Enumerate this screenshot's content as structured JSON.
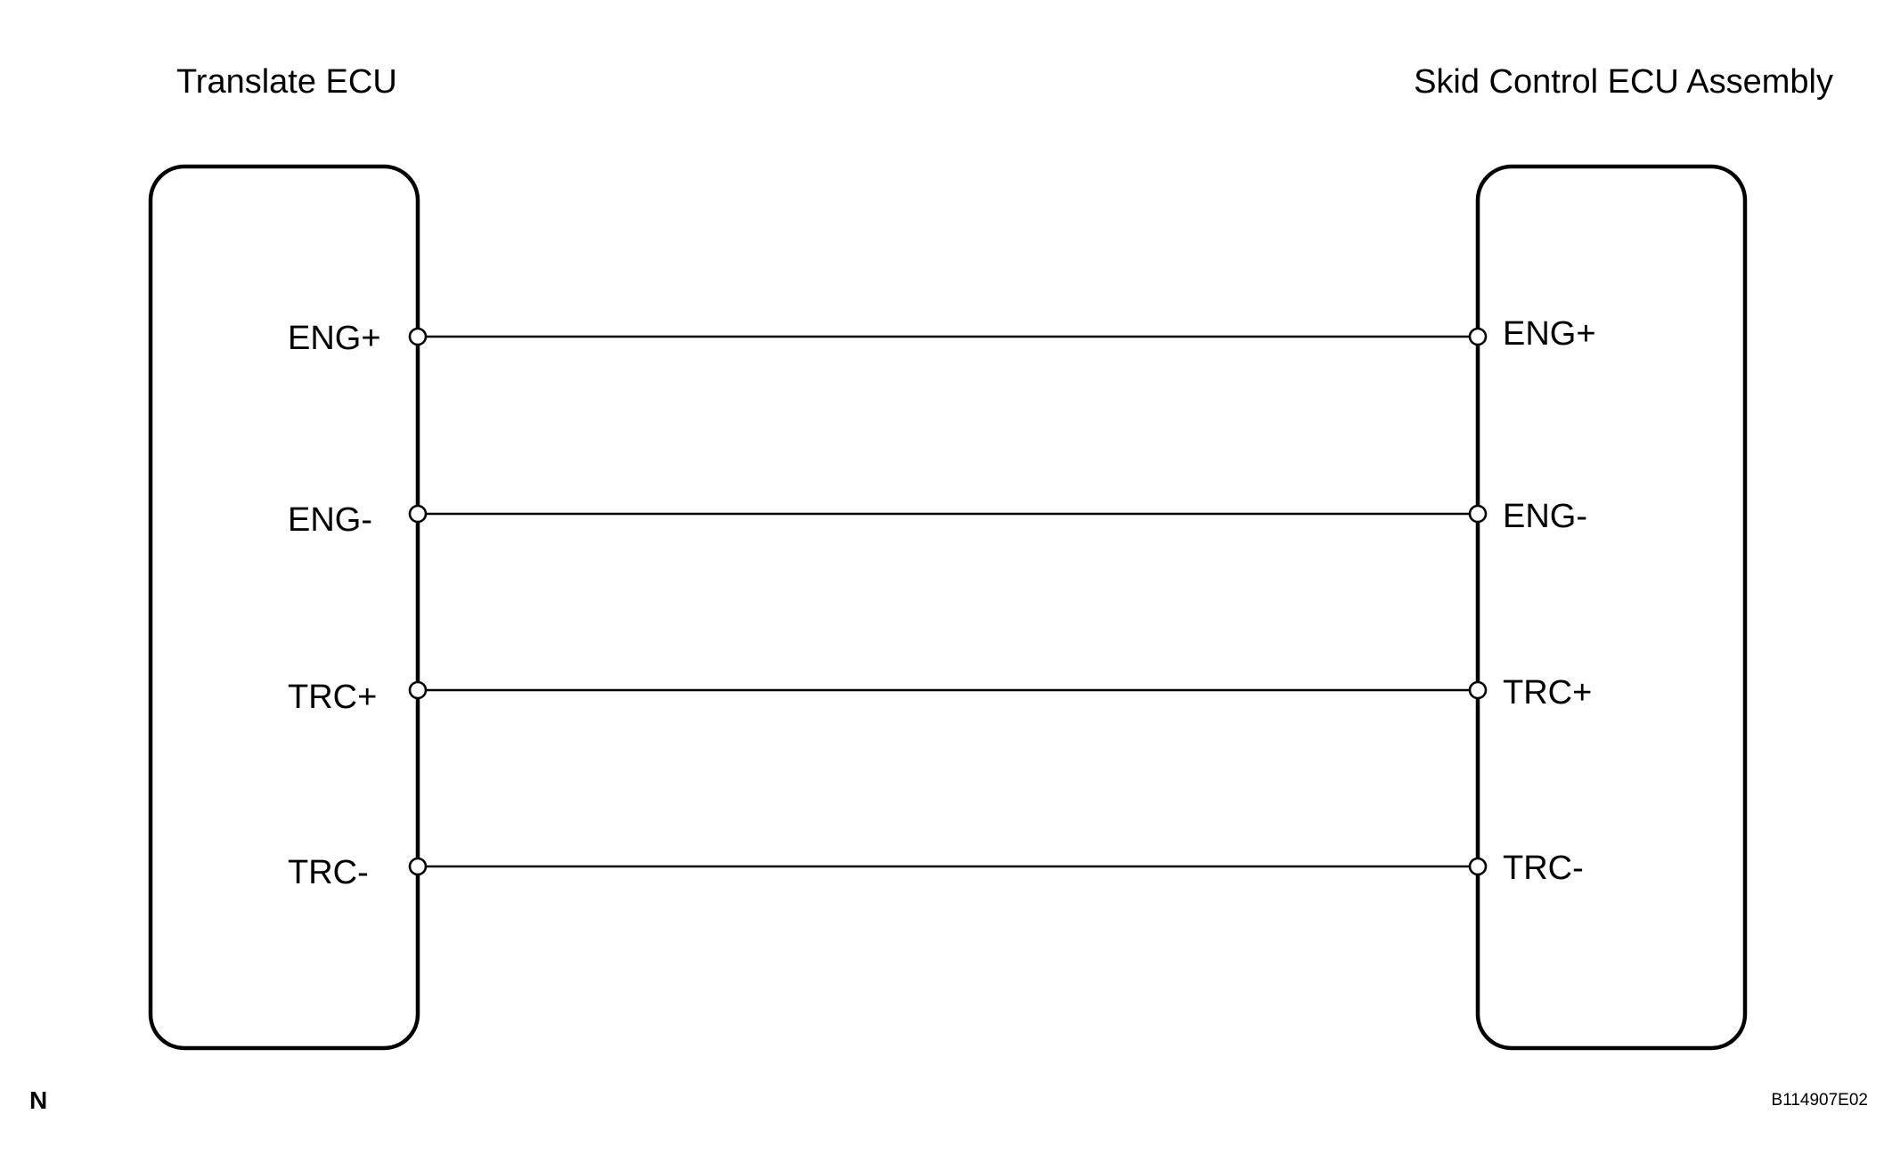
{
  "diagram": {
    "left_component": {
      "title": "Translate ECU",
      "pins": [
        "ENG+",
        "ENG-",
        "TRC+",
        "TRC-"
      ]
    },
    "right_component": {
      "title": "Skid Control ECU Assembly",
      "pins": [
        "ENG+",
        "ENG-",
        "TRC+",
        "TRC-"
      ]
    },
    "connections": [
      {
        "from": "ENG+",
        "to": "ENG+"
      },
      {
        "from": "ENG-",
        "to": "ENG-"
      },
      {
        "from": "TRC+",
        "to": "TRC+"
      },
      {
        "from": "TRC-",
        "to": "TRC-"
      }
    ],
    "corner_mark": "N",
    "figure_id": "B114907E02"
  }
}
